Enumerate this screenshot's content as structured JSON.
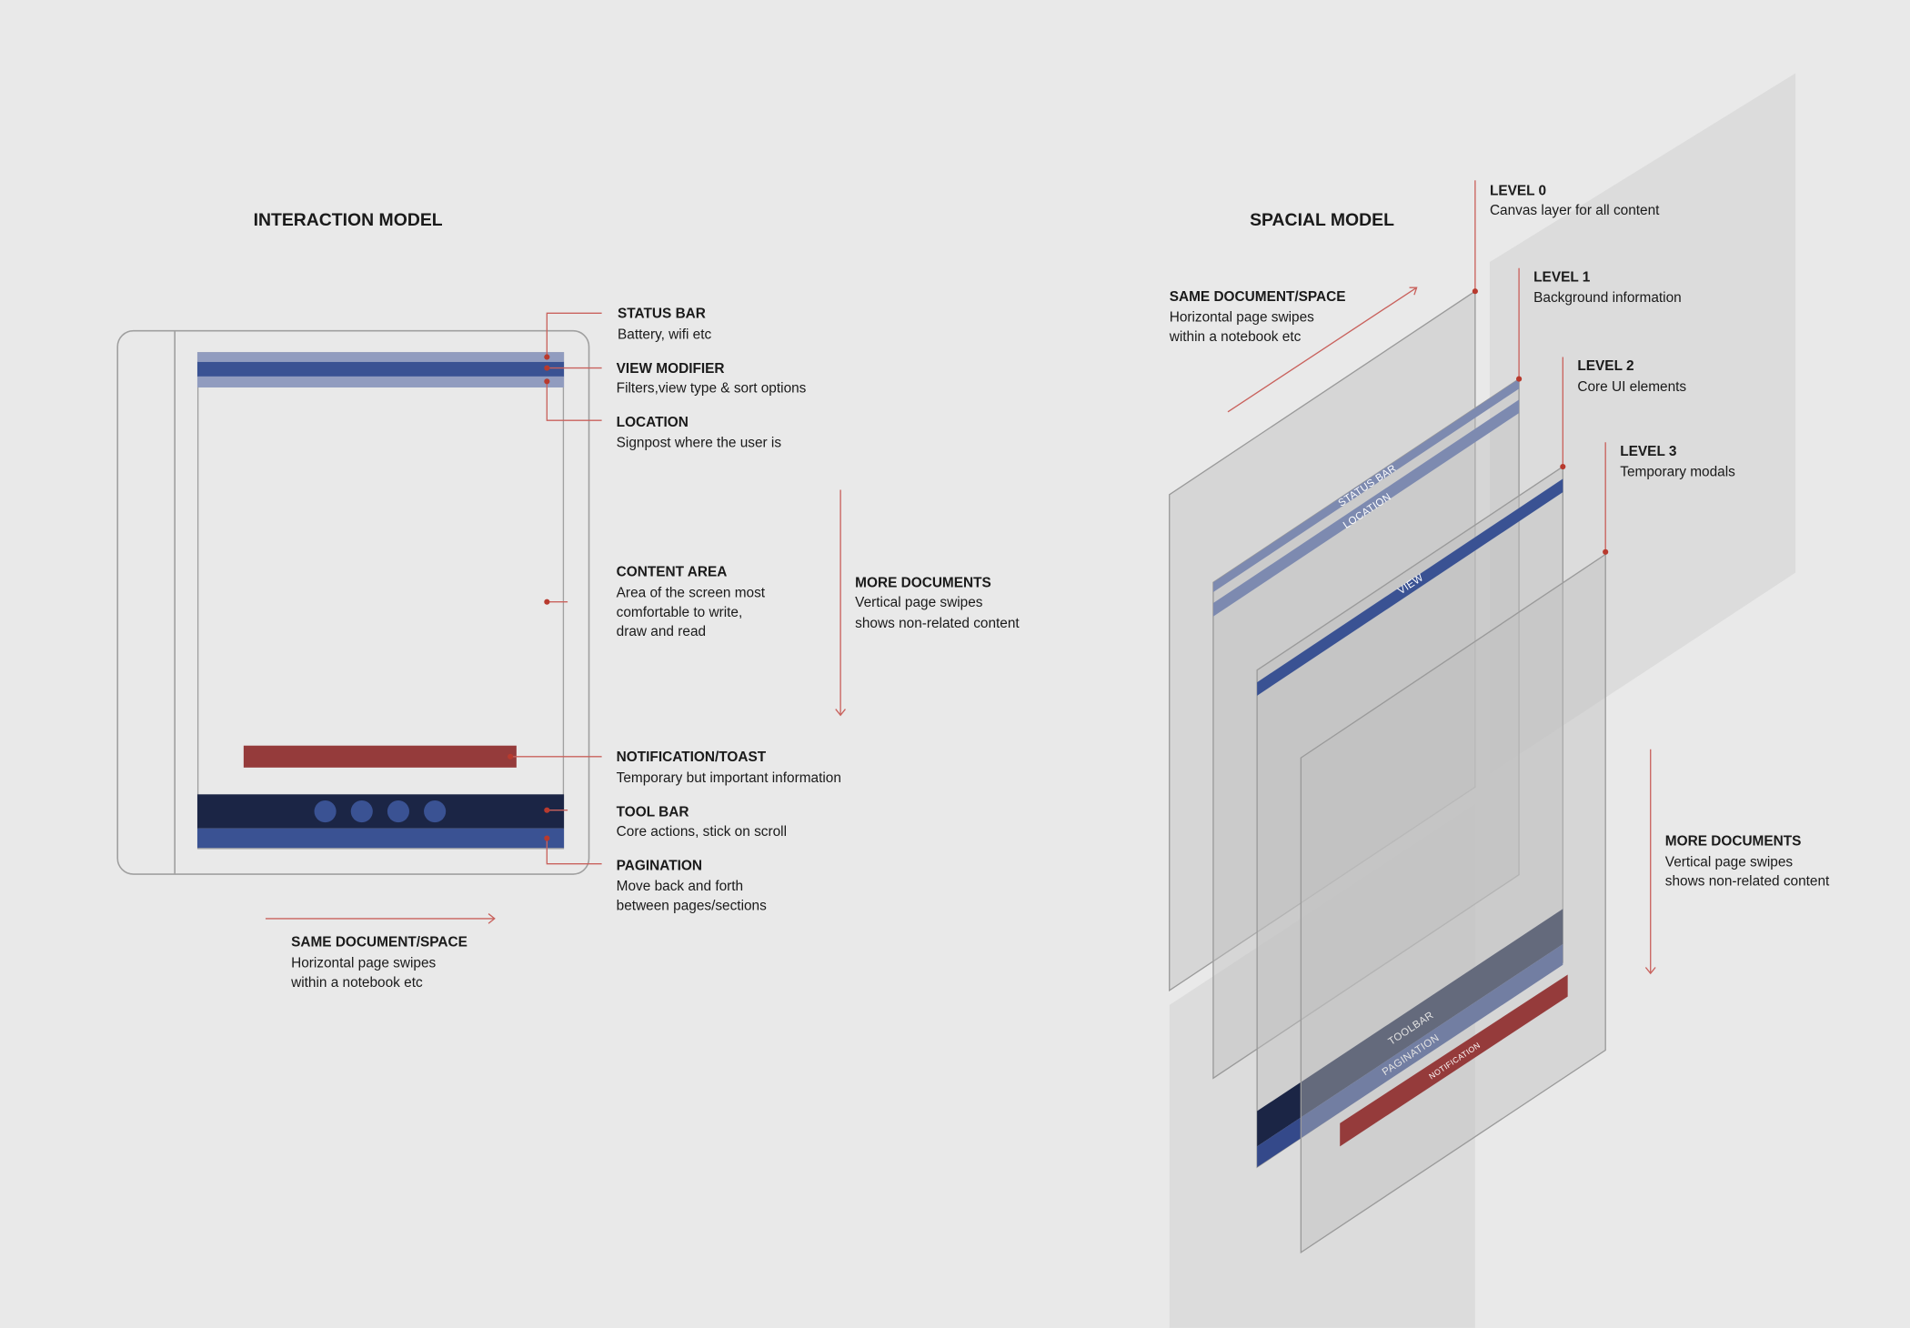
{
  "interaction_model": {
    "title": "INTERACTION MODEL",
    "callouts": {
      "status_bar": {
        "title": "STATUS BAR",
        "lines": [
          "Battery, wifi etc"
        ]
      },
      "view_modifier": {
        "title": "VIEW MODIFIER",
        "lines": [
          "Filters,view type & sort options"
        ]
      },
      "location": {
        "title": "LOCATION",
        "lines": [
          "Signpost where the user is"
        ]
      },
      "content_area": {
        "title": "CONTENT AREA",
        "lines": [
          "Area of the screen most",
          "comfortable to write,",
          "draw and read"
        ]
      },
      "notification": {
        "title": "NOTIFICATION/TOAST",
        "lines": [
          "Temporary but important information"
        ]
      },
      "toolbar": {
        "title": "TOOL BAR",
        "lines": [
          "Core actions, stick on scroll"
        ]
      },
      "pagination": {
        "title": "PAGINATION",
        "lines": [
          "Move back and forth",
          "between pages/sections"
        ]
      }
    },
    "more_documents": {
      "title": "MORE DOCUMENTS",
      "lines": [
        "Vertical page swipes",
        "shows non-related content"
      ]
    },
    "same_document": {
      "title": "SAME DOCUMENT/SPACE",
      "lines": [
        "Horizontal page swipes",
        "within a notebook etc"
      ]
    }
  },
  "spacial_model": {
    "title": "SPACIAL MODEL",
    "levels": [
      {
        "title": "LEVEL 0",
        "desc": "Canvas layer for all content"
      },
      {
        "title": "LEVEL 1",
        "desc": "Background information"
      },
      {
        "title": "LEVEL 2",
        "desc": "Core UI elements"
      },
      {
        "title": "LEVEL 3",
        "desc": "Temporary modals"
      }
    ],
    "same_document": {
      "title": "SAME DOCUMENT/SPACE",
      "lines": [
        "Horizontal page swipes",
        "within a notebook etc"
      ]
    },
    "more_documents": {
      "title": "MORE DOCUMENTS",
      "lines": [
        "Vertical page swipes",
        "shows non-related content"
      ]
    },
    "band_labels": {
      "status_bar": "STATUS BAR",
      "location": "LOCATION",
      "view": "VIEW",
      "toolbar": "TOOLBAR",
      "pagination": "PAGINATION",
      "notification": "NOTIFICATION"
    }
  },
  "colors": {
    "dark_navy": "#1b2545",
    "blue": "#3a5293",
    "light_blue": "#919cbf",
    "toast_red": "#953b3b",
    "accent_red": "#c9625d"
  }
}
